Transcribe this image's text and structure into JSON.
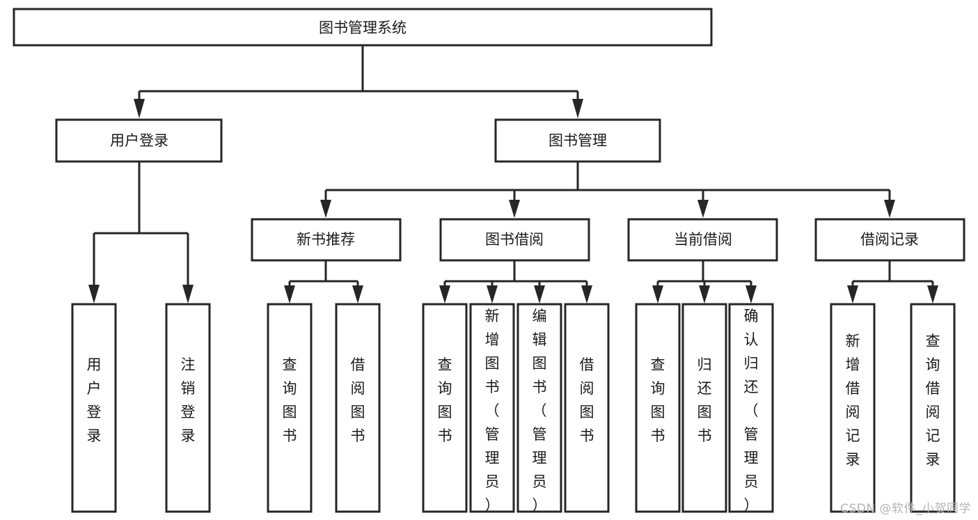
{
  "diagram": {
    "type": "tree-hierarchy",
    "title": "图书管理系统",
    "watermark": "CSDN @软件_小贺同学",
    "colors": {
      "stroke": "#262626",
      "fill": "#ffffff",
      "text": "#1a1a1a",
      "watermark": "#b4b4b4",
      "background": "#ffffff"
    },
    "levels": [
      {
        "level": 0,
        "nodes": [
          {
            "id": "root",
            "label": "图书管理系统",
            "orientation": "horizontal"
          }
        ]
      },
      {
        "level": 1,
        "nodes": [
          {
            "id": "login",
            "label": "用户登录",
            "orientation": "horizontal",
            "parent": "root"
          },
          {
            "id": "bookmgmt",
            "label": "图书管理",
            "orientation": "horizontal",
            "parent": "root"
          }
        ]
      },
      {
        "level": 2,
        "nodes": [
          {
            "id": "newbook",
            "label": "新书推荐",
            "orientation": "horizontal",
            "parent": "bookmgmt"
          },
          {
            "id": "borrow",
            "label": "图书借阅",
            "orientation": "horizontal",
            "parent": "bookmgmt"
          },
          {
            "id": "current",
            "label": "当前借阅",
            "orientation": "horizontal",
            "parent": "bookmgmt"
          },
          {
            "id": "records",
            "label": "借阅记录",
            "orientation": "horizontal",
            "parent": "bookmgmt"
          }
        ]
      },
      {
        "level": 3,
        "nodes": [
          {
            "id": "leaf-user-login",
            "label": "用户登录",
            "orientation": "vertical",
            "parent": "login"
          },
          {
            "id": "leaf-user-logout",
            "label": "注销登录",
            "orientation": "vertical",
            "parent": "login"
          },
          {
            "id": "leaf-new-query",
            "label": "查询图书",
            "orientation": "vertical",
            "parent": "newbook"
          },
          {
            "id": "leaf-new-borrow",
            "label": "借阅图书",
            "orientation": "vertical",
            "parent": "newbook"
          },
          {
            "id": "leaf-borrow-query",
            "label": "查询图书",
            "orientation": "vertical",
            "parent": "borrow"
          },
          {
            "id": "leaf-borrow-add",
            "label": "新增图书（管理员）",
            "orientation": "vertical",
            "parent": "borrow"
          },
          {
            "id": "leaf-borrow-edit",
            "label": "编辑图书（管理员）",
            "orientation": "vertical",
            "parent": "borrow"
          },
          {
            "id": "leaf-borrow-lend",
            "label": "借阅图书",
            "orientation": "vertical",
            "parent": "borrow"
          },
          {
            "id": "leaf-current-query",
            "label": "查询图书",
            "orientation": "vertical",
            "parent": "current"
          },
          {
            "id": "leaf-current-return",
            "label": "归还图书",
            "orientation": "vertical",
            "parent": "current"
          },
          {
            "id": "leaf-current-confirm",
            "label": "确认归还（管理员）",
            "orientation": "vertical",
            "parent": "current"
          },
          {
            "id": "leaf-records-add",
            "label": "新增借阅记录",
            "orientation": "vertical",
            "parent": "records"
          },
          {
            "id": "leaf-records-query",
            "label": "查询借阅记录",
            "orientation": "vertical",
            "parent": "records"
          }
        ]
      }
    ]
  }
}
